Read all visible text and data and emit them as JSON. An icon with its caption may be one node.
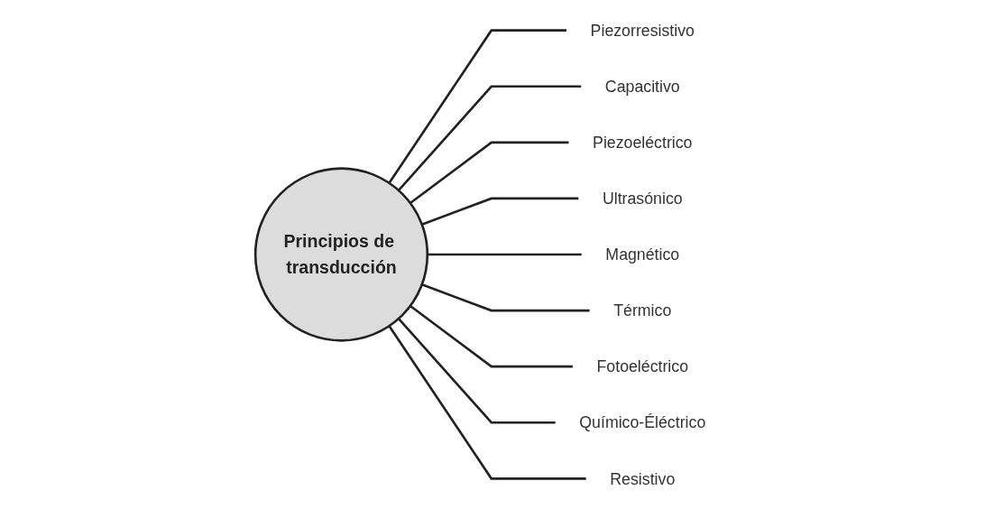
{
  "diagram": {
    "nodes": [
      {
        "text": [
          "Principios de transducción"
        ]
      },
      {
        "text": [
          "Piezorresistivo"
        ]
      },
      {
        "text": [
          "Capacitivo"
        ]
      },
      {
        "text": [
          "Piezoeléctrico"
        ]
      },
      {
        "text": [
          "Ultrasónico"
        ]
      },
      {
        "text": [
          "Magnético"
        ]
      },
      {
        "text": [
          "Térmico"
        ]
      },
      {
        "text": [
          "Fotoeléctrico"
        ]
      },
      {
        "text": [
          "Químico-Éléctrico"
        ]
      },
      {
        "text": [
          "Resistivo"
        ]
      }
    ],
    "edges": [
      {
        "from": 0,
        "to": 1,
        "arrow": "none"
      },
      {
        "from": 0,
        "to": 2,
        "arrow": "none"
      },
      {
        "from": 0,
        "to": 3,
        "arrow": "none"
      },
      {
        "from": 0,
        "to": 4,
        "arrow": "none"
      },
      {
        "from": 0,
        "to": 5,
        "arrow": "none"
      },
      {
        "from": 0,
        "to": 6,
        "arrow": "none"
      },
      {
        "from": 0,
        "to": 7,
        "arrow": "none"
      },
      {
        "from": 0,
        "to": 8,
        "arrow": "none"
      },
      {
        "from": 0,
        "to": 9,
        "arrow": "none"
      }
    ]
  }
}
